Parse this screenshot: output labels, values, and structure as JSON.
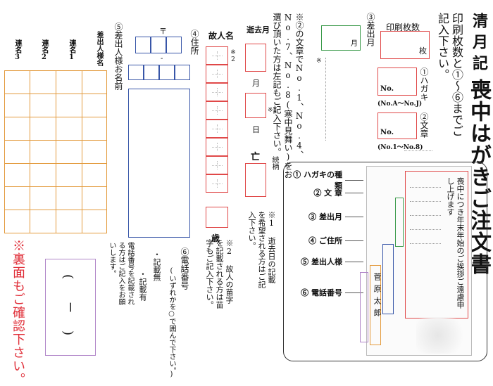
{
  "header": {
    "brand": "清月記",
    "title": "喪中はがきご注文書",
    "instruction": "印刷枚数と①〜⑥までご記入下さい。"
  },
  "print_count": {
    "label": "印刷枚数",
    "unit": "枚"
  },
  "hagaki": {
    "num": "①",
    "label": "ハガキ",
    "box_prefix": "No.",
    "range": "(No.A〜No.J)"
  },
  "bunsho": {
    "num": "②",
    "label": "文章",
    "box_prefix": "No.",
    "range": "(No.1〜No.8)"
  },
  "sashidashi_month": {
    "num": "③",
    "label": "差出月",
    "unit": "月"
  },
  "note_star": "※",
  "shochu_note": "※②の文章でNo.1、No.4、No.7、No.8(寒中見舞い)をお選び頂いた方は左記もご記入下さい。",
  "seikyo": {
    "month_title": "逝去月",
    "month": "月",
    "day": "日",
    "zoku": "続柄",
    "sai": "歳",
    "bou": "亡",
    "star1": "※1",
    "star2": "※2"
  },
  "kojin": {
    "title": "故人名"
  },
  "jusho": {
    "num": "④",
    "label": "住所",
    "post": "〒"
  },
  "sashidashi_name": {
    "num": "⑤",
    "label": "差出人様お名前"
  },
  "rensha": {
    "main": "差出人様名",
    "r1": "連名1",
    "r2": "連名2",
    "r3": "連名3"
  },
  "phone": {
    "num": "⑥",
    "label": "電話番号",
    "hint": "(いずれかを○で囲んで下さい。)",
    "opt1": "・記載無",
    "opt2": "・記載有",
    "note": "電話番号を記載される方はご記入をお願いします。"
  },
  "notes": {
    "n1": "※1 逝去日の記載を希望される方はご記入下さい。",
    "n2": "※2 故人の苗字を記載される方は苗字もご記入下さい。"
  },
  "back_note": "※裏面もご確認下さい。",
  "paren_note": {
    "open": "(",
    "close": ")",
    "dash": "ー"
  },
  "legend": [
    {
      "num": "①",
      "label": "ハガキの種類"
    },
    {
      "num": "②",
      "label": "文 章"
    },
    {
      "num": "③",
      "label": "差出月"
    },
    {
      "num": "④",
      "label": "ご住所"
    },
    {
      "num": "⑤",
      "label": "差出人様"
    },
    {
      "num": "⑥",
      "label": "電話番号"
    }
  ],
  "sample_card": {
    "heading": "喪中につき年末年始のご挨拶ご遠慮申し上げます",
    "sender": "菅原太郎"
  },
  "colors": {
    "red": "#e04848",
    "blue": "#3856a8",
    "green": "#3a9a4a",
    "orange": "#e39a3c",
    "purple": "#b085c8",
    "back_note": "#e0303a"
  }
}
